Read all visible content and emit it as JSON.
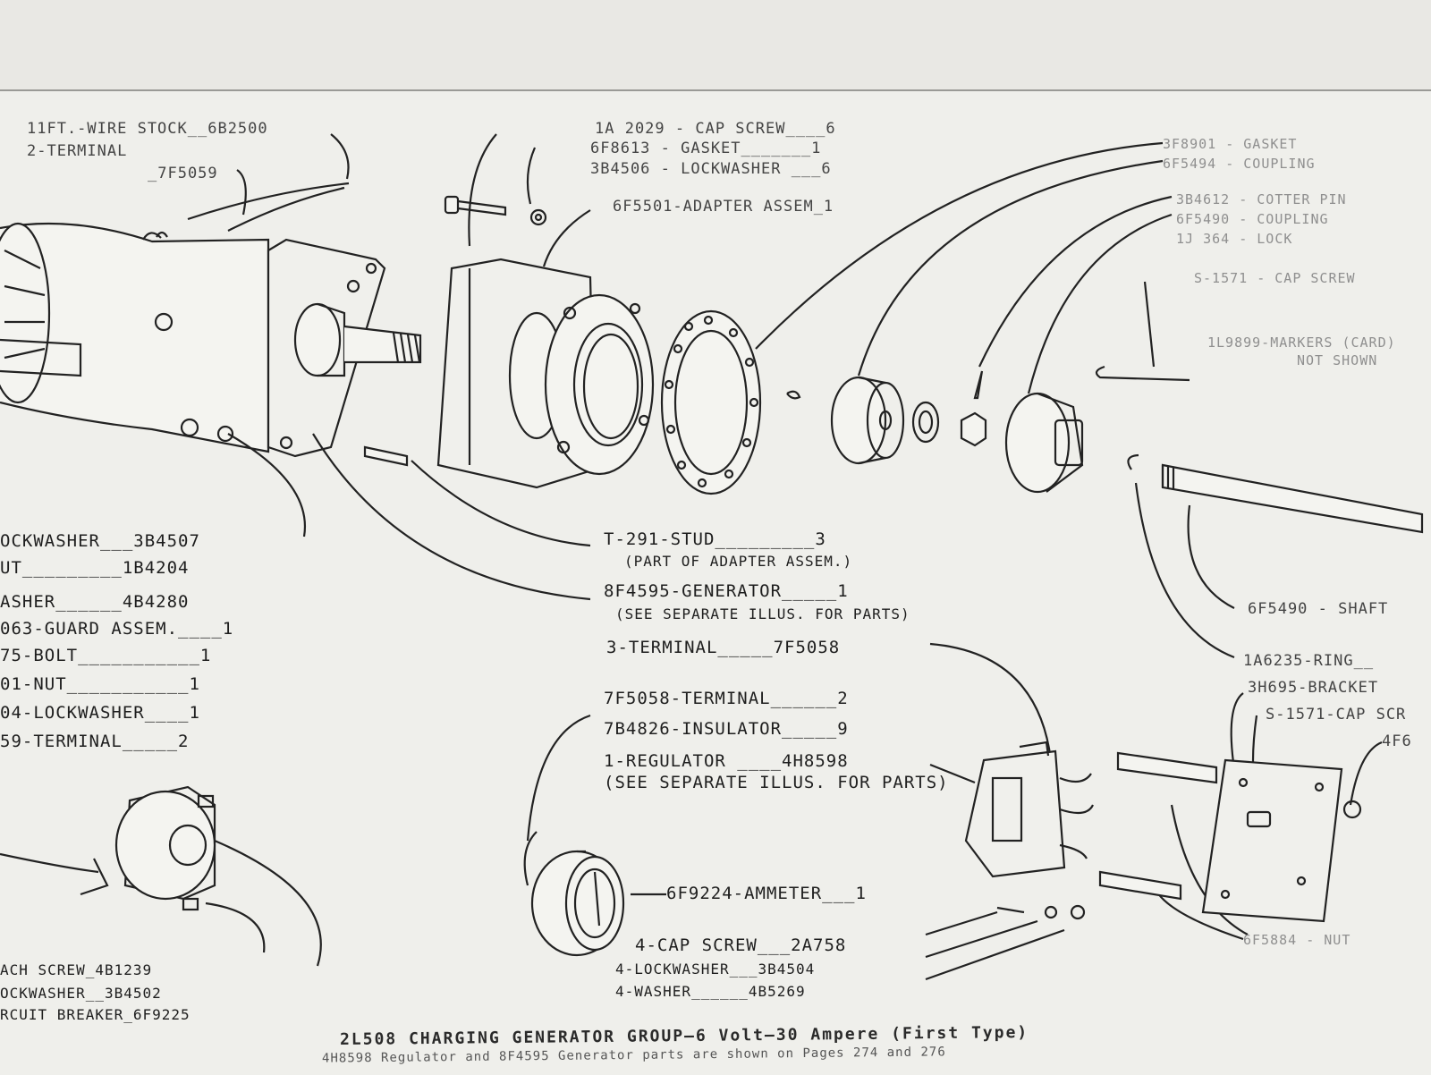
{
  "labels": {
    "wire_stock": "11FT.-WIRE STOCK__6B2500",
    "terminal_2": "2-TERMINAL",
    "terminal_7f5059": "_7F5059",
    "cap_screw_1a2029": "1A 2029 - CAP SCREW____6",
    "gasket_6f8613": "6F8613 - GASKET_______1",
    "lockwasher_3b4506": "3B4506 - LOCKWASHER ___6",
    "adapter_assem": "6F5501-ADAPTER ASSEM_1",
    "gasket_faded": "3F8901 - GASKET",
    "coupling_faded": "6F5494 - COUPLING",
    "cotter_pin_faded": "3B4612 - COTTER PIN",
    "coupling2_faded": "6F5490 - COUPLING",
    "lock_faded": "1J 364 - LOCK",
    "cap_screw_s1571": "S-1571 - CAP SCREW",
    "markers": "1L9899-MARKERS (CARD)",
    "markers_note": "NOT SHOWN",
    "stud": "T-291-STUD_________3",
    "stud_note": "(PART OF ADAPTER ASSEM.)",
    "generator": "8F4595-GENERATOR_____1",
    "generator_note": "(SEE SEPARATE ILLUS. FOR PARTS)",
    "terminal_3": "3-TERMINAL_____7F5058",
    "terminal_7f5058": "7F5058-TERMINAL______2",
    "insulator": "7B4826-INSULATOR_____9",
    "regulator": "1-REGULATOR ____4H8598",
    "regulator_note": "(SEE SEPARATE ILLUS. FOR PARTS)",
    "ammeter": "6F9224-AMMETER___1",
    "cap_screw_4": "4-CAP SCREW___2A758",
    "lockwasher_4": "4-LOCKWASHER___3B4504",
    "washer_4": "4-WASHER______4B5269",
    "shaft": "6F5490 - SHAFT",
    "ring": "1A6235-RING__",
    "bracket": "3H695-BRACKET",
    "cap_screw_right": "S-1571-CAP SCR",
    "part_4f6": "4F6",
    "nut_right": "6F5884 - NUT",
    "left_lockwasher": "OCKWASHER___3B4507",
    "left_nut": "UT_________1B4204",
    "left_washer": "ASHER______4B4280",
    "left_guard": "063-GUARD ASSEM.____1",
    "left_bolt": "75-BOLT___________1",
    "left_nut2": "01-NUT___________1",
    "left_lockwasher2": "04-LOCKWASHER____1",
    "left_terminal": "59-TERMINAL_____2",
    "mach_screw": "ACH SCREW_4B1239",
    "lockwasher_breaker": "OCKWASHER__3B4502",
    "circuit_breaker": "RCUIT BREAKER_6F9225"
  },
  "caption": {
    "title": "2L508 CHARGING GENERATOR GROUP—6 Volt—30 Ampere (First Type)",
    "subtitle": "4H8598 Regulator and 8F4595 Generator parts are shown on Pages 274 and 276"
  }
}
